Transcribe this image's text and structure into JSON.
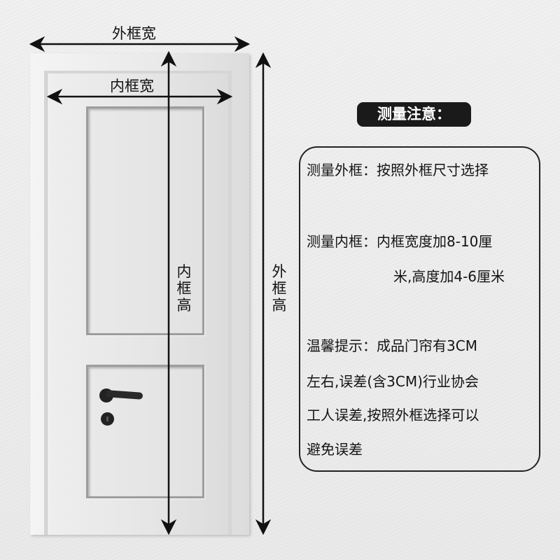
{
  "dimension_labels": {
    "outer_width": "外框宽",
    "inner_width": "内框宽",
    "inner_height": "内框高",
    "outer_height": "外框高"
  },
  "notes": {
    "title": "测量注意：",
    "lines": [
      "测量外框：按照外框尺寸选择",
      "测量内框：内框宽度加8-10厘",
      "米,高度加4-6厘米",
      "温馨提示：成品门帘有3CM",
      "左右,误差(含3CM)行业协会",
      "工人误差,按照外框选择可以",
      "避免误差"
    ]
  },
  "colors": {
    "background": "#ececec",
    "badge": "#1a1a1a",
    "ink": "#111111"
  }
}
